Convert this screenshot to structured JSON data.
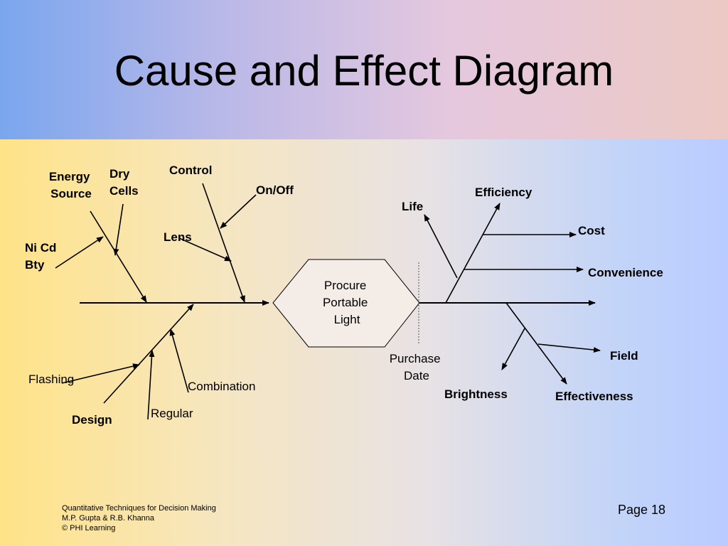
{
  "title": "Cause and Effect Diagram",
  "effect": [
    "Procure",
    "Portable",
    "Light"
  ],
  "divider_label": [
    "Purchase",
    "Date"
  ],
  "causes": {
    "energy_source": [
      "Energy",
      "Source"
    ],
    "dry_cells": [
      "Dry",
      "Cells"
    ],
    "ni_cd": [
      "Ni Cd",
      "Bty"
    ],
    "control": "Control",
    "on_off": "On/Off",
    "lens": "Lens",
    "flashing": "Flashing",
    "design": "Design",
    "regular": "Regular",
    "combination": "Combination"
  },
  "criteria": {
    "life": "Life",
    "efficiency": "Efficiency",
    "cost": "Cost",
    "convenience": "Convenience",
    "field": "Field",
    "brightness": "Brightness",
    "effectiveness": "Effectiveness"
  },
  "footer": {
    "line1": "Quantitative Techniques for Decision Making",
    "line2": "M.P. Gupta & R.B. Khanna",
    "line3": "© PHI Learning"
  },
  "page_label": "Page 18"
}
